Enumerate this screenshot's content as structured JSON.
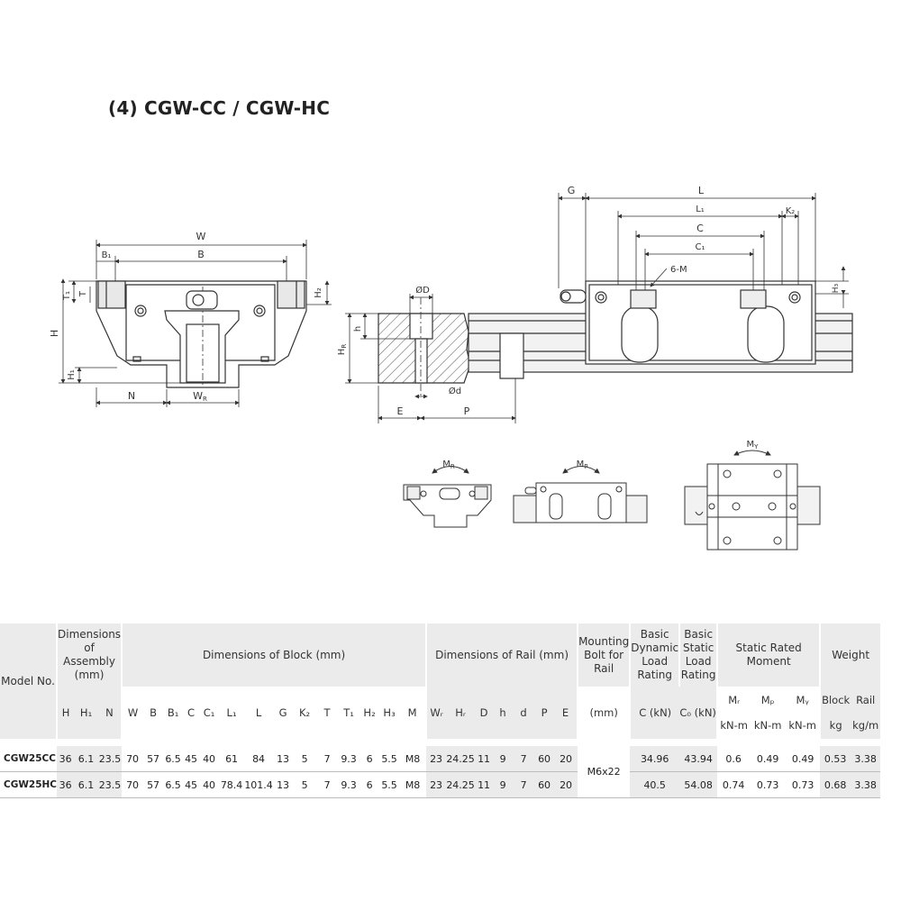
{
  "title": "(4) CGW-CC / CGW-HC",
  "drawing": {
    "front_view": {
      "W": "W",
      "B": "B",
      "B1": "B₁",
      "T1": "T₁",
      "T": "T",
      "H2": "H₂",
      "H": "H",
      "H1": "H₁",
      "N": "N",
      "WR": "W",
      "WR_sub": "R"
    },
    "rail_section": {
      "phiD": "ØD",
      "h": "h",
      "HR": "H",
      "HR_sub": "R",
      "phid": "Ød",
      "E": "E",
      "P": "P"
    },
    "side_view": {
      "G": "G",
      "L": "L",
      "L1": "L₁",
      "K2": "K₂",
      "C": "C",
      "C1": "C₁",
      "M": "6-M",
      "H3": "H₃"
    },
    "moments": {
      "MR": "M",
      "MR_sub": "R",
      "MP": "M",
      "MP_sub": "P",
      "MY": "M",
      "MY_sub": "Y"
    }
  },
  "table": {
    "groups": {
      "model": "Model No.",
      "assembly": "Dimensions of Assembly (mm)",
      "block": "Dimensions of Block (mm)",
      "rail": "Dimensions of Rail (mm)",
      "bolt": "Mounting Bolt for Rail",
      "dynamic": "Basic Dynamic Load Rating",
      "static": "Basic Static Load Rating",
      "moment": "Static Rated Moment",
      "weight": "Weight"
    },
    "subheaders": {
      "H": "H",
      "H1": "H₁",
      "N": "N",
      "W": "W",
      "B": "B",
      "B1": "B₁",
      "C": "C",
      "C1": "C₁",
      "L1": "L₁",
      "L": "L",
      "G": "G",
      "K2": "K₂",
      "T": "T",
      "T1": "T₁",
      "H2": "H₂",
      "H3": "H₃",
      "M": "M",
      "WR": "Wᵣ",
      "HR": "Hᵣ",
      "D": "D",
      "h": "h",
      "d": "d",
      "P": "P",
      "E": "E",
      "bolt": "(mm)",
      "dyn": "C (kN)",
      "stat": "C₀ (kN)",
      "MR": "Mᵣ",
      "MP": "Mₚ",
      "MY": "Mᵧ",
      "MR_unit": "kN-m",
      "MP_unit": "kN-m",
      "MY_unit": "kN-m",
      "block": "Block",
      "rail": "Rail",
      "block_unit": "kg",
      "rail_unit": "kg/m"
    },
    "bolt_value": "M6x22",
    "rows": [
      {
        "model": "CGW25CC",
        "H": "36",
        "H1": "6.1",
        "N": "23.5",
        "W": "70",
        "B": "57",
        "B1": "6.5",
        "C": "45",
        "C1": "40",
        "L1": "61",
        "L": "84",
        "G": "13",
        "K2": "5",
        "T": "7",
        "T1": "9.3",
        "H2": "6",
        "H3": "5.5",
        "M": "M8",
        "WR": "23",
        "HR": "24.25",
        "D": "11",
        "h": "9",
        "d": "7",
        "P": "60",
        "E": "20",
        "dyn": "34.96",
        "stat": "43.94",
        "MR": "0.6",
        "MP": "0.49",
        "MY": "0.49",
        "block": "0.53",
        "rail": "3.38"
      },
      {
        "model": "CGW25HC",
        "H": "36",
        "H1": "6.1",
        "N": "23.5",
        "W": "70",
        "B": "57",
        "B1": "6.5",
        "C": "45",
        "C1": "40",
        "L1": "78.4",
        "L": "101.4",
        "G": "13",
        "K2": "5",
        "T": "7",
        "T1": "9.3",
        "H2": "6",
        "H3": "5.5",
        "M": "M8",
        "WR": "23",
        "HR": "24.25",
        "D": "11",
        "h": "9",
        "d": "7",
        "P": "60",
        "E": "20",
        "dyn": "40.5",
        "stat": "54.08",
        "MR": "0.74",
        "MP": "0.73",
        "MY": "0.73",
        "block": "0.68",
        "rail": "3.38"
      }
    ]
  }
}
